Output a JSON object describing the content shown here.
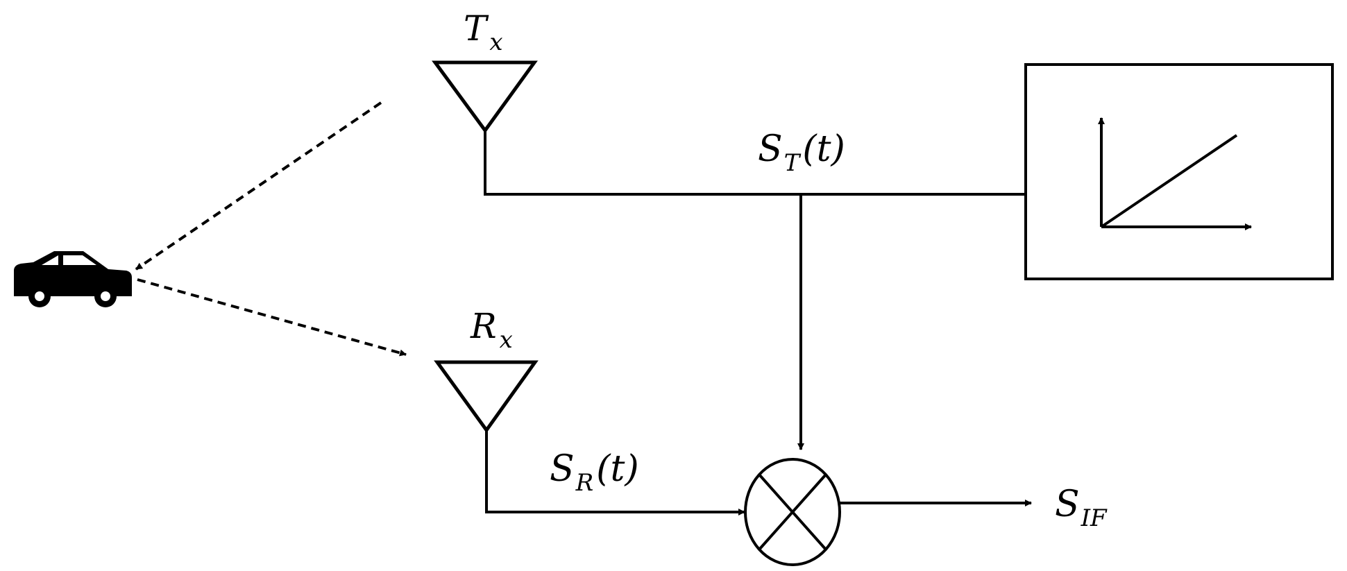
{
  "labels": {
    "tx": {
      "main": "T",
      "sub": "x"
    },
    "rx": {
      "main": "R",
      "sub": "x"
    },
    "st": {
      "main": "S",
      "sub": "T",
      "arg": "(t)"
    },
    "sr": {
      "main": "S",
      "sub": "R",
      "arg": "(t)"
    },
    "sif": {
      "main": "S",
      "sub": "IF"
    }
  },
  "colors": {
    "stroke": "#000000",
    "background": "#ffffff"
  },
  "icons": {
    "target": "car-icon",
    "mixer": "multiplier-icon",
    "chirp_generator": "ramp-chart-icon"
  }
}
